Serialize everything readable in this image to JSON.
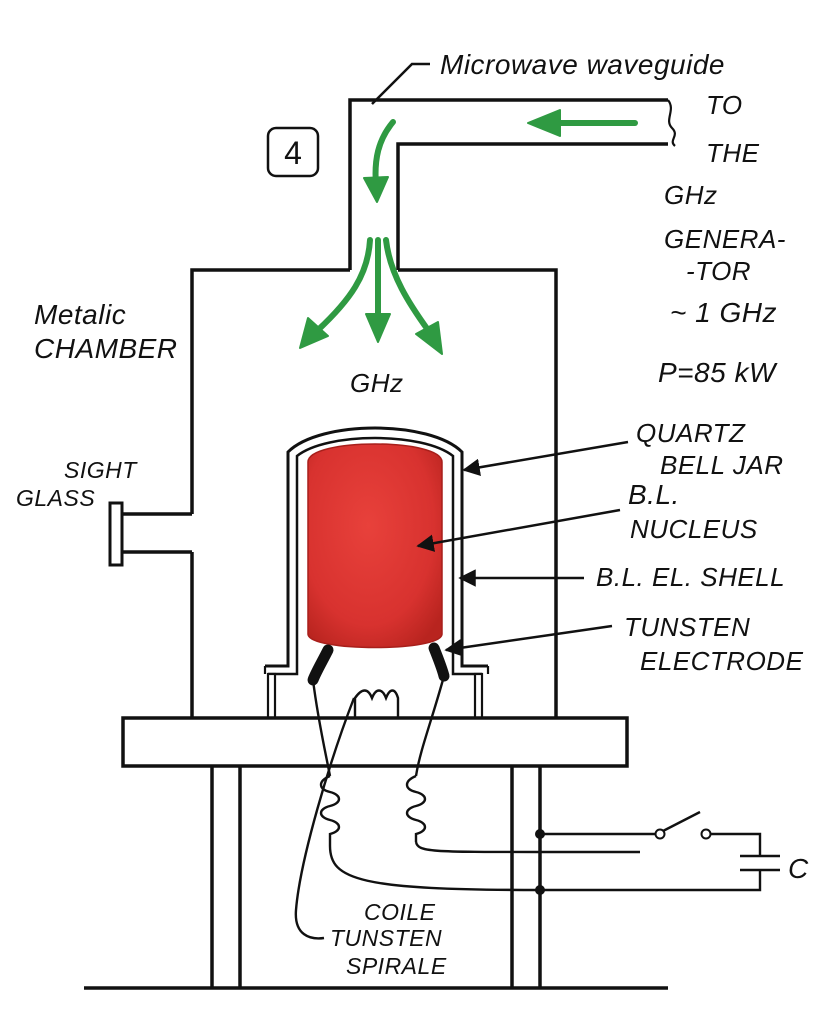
{
  "figure_number": "4",
  "labels": {
    "waveguide_line1": "Microwave waveguide",
    "generator_to": "TO",
    "generator_the": "THE",
    "generator_ghz": "GHz",
    "generator_genera": "GENERA-",
    "generator_tor": "-TOR",
    "generator_freq": "~ 1 GHz",
    "generator_power": "P=85 kW",
    "chamber_line1": "Metalic",
    "chamber_line2": "CHAMBER",
    "ghz_center": "GHz",
    "sight_line1": "SIGHT",
    "sight_line2": "GLASS",
    "quartz_line1": "QUARTZ",
    "quartz_line2": "BELL JAR",
    "nucleus_line1": "B.L.",
    "nucleus_line2": "NUCLEUS",
    "shell": "B.L. EL. SHELL",
    "electrode_line1": "TUNSTEN",
    "electrode_line2": "ELECTRODE",
    "capacitor": "C",
    "coil_line1": "COILE",
    "coil_line2": "TUNSTEN",
    "coil_line3": "SPIRALE"
  },
  "colors": {
    "arrow_green": "#2f9a42",
    "nucleus_red": "#d8322f",
    "line": "#111111",
    "background": "#ffffff"
  }
}
